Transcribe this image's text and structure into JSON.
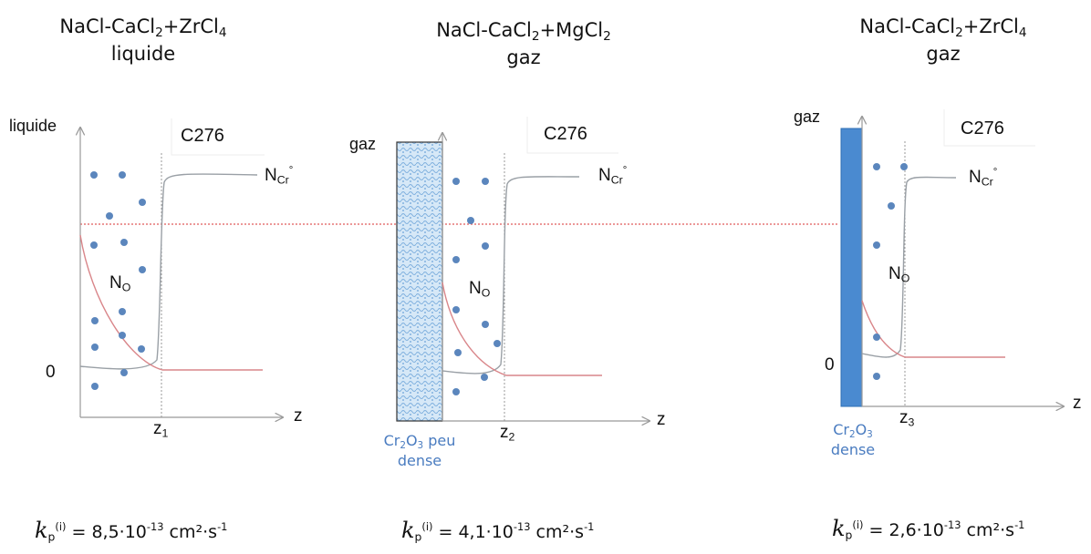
{
  "panels": [
    {
      "title_line1_prefix": "NaCl-CaCl",
      "title_sub_a": "2",
      "title_mid": "+ZrCl",
      "title_sub_b": "4",
      "title_line2": "liquide",
      "medium_label": "liquide",
      "alloy_label": "C276",
      "n_cr_label": "N",
      "n_cr_sub": "Cr",
      "n_cr_sup": "°",
      "n_o_label": "N",
      "n_o_sub": "O",
      "zero_label": "0",
      "z_axis_label": "z",
      "z_marker_label": "z",
      "z_marker_sub": "1",
      "oxide": null,
      "kp_value": "8,5·10",
      "kp_exp": "-13",
      "kp_unit": " cm²·s",
      "kp_unit_exp": "-1"
    },
    {
      "title_line1_prefix": "NaCl-CaCl",
      "title_sub_a": "2",
      "title_mid": "+MgCl",
      "title_sub_b": "2",
      "title_line2": "gaz",
      "medium_label": "gaz",
      "alloy_label": "C276",
      "n_cr_label": "N",
      "n_cr_sub": "Cr",
      "n_cr_sup": "°",
      "n_o_label": "N",
      "n_o_sub": "O",
      "zero_label": "",
      "z_axis_label": "z",
      "z_marker_label": "z",
      "z_marker_sub": "2",
      "oxide": {
        "prefix": "Cr",
        "sub1": "2",
        "mid": "O",
        "sub2": "3",
        "suffix": " peu",
        "line2": "dense"
      },
      "kp_value": "4,1·10",
      "kp_exp": "-13",
      "kp_unit": " cm²·s",
      "kp_unit_exp": "-1"
    },
    {
      "title_line1_prefix": "NaCl-CaCl",
      "title_sub_a": "2",
      "title_mid": "+ZrCl",
      "title_sub_b": "4",
      "title_line2": "gaz",
      "medium_label": "gaz",
      "alloy_label": "C276",
      "n_cr_label": "N",
      "n_cr_sub": "Cr",
      "n_cr_sup": "°",
      "n_o_label": "N",
      "n_o_sub": "O",
      "zero_label": "0",
      "z_axis_label": "z",
      "z_marker_label": "z",
      "z_marker_sub": "3",
      "oxide": {
        "prefix": "Cr",
        "sub1": "2",
        "mid": "O",
        "sub2": "3",
        "suffix": "",
        "line2": "dense"
      },
      "kp_value": "2,6·10",
      "kp_exp": "-13",
      "kp_unit": " cm²·s",
      "kp_unit_exp": "-1"
    }
  ],
  "kp_symbol": "k",
  "kp_sub": "p",
  "kp_sup": "(i)",
  "kp_equals": " = ",
  "colors": {
    "cr_curve": "#9aa0a6",
    "o_curve": "#d9868a",
    "dots": "#5b86bd",
    "dense_oxide": "#4a8ad0",
    "porous_oxide": "#cfe3f5",
    "reference_line": "#e05a5a",
    "axis": "#999999",
    "oxide_text": "#4a7cc0"
  }
}
